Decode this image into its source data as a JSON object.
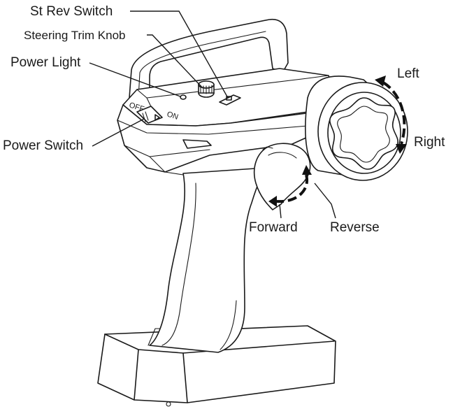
{
  "labels": {
    "st_rev_switch": "St Rev Switch",
    "steering_trim_knob": "Steering Trim Knob",
    "power_light": "Power Light",
    "power_switch": "Power Switch",
    "left": "Left",
    "right": "Right",
    "forward": "Forward",
    "reverse": "Reverse",
    "off": "OFF",
    "on": "ON"
  },
  "colors": {
    "line": "#1a1a1a",
    "background": "#ffffff"
  }
}
